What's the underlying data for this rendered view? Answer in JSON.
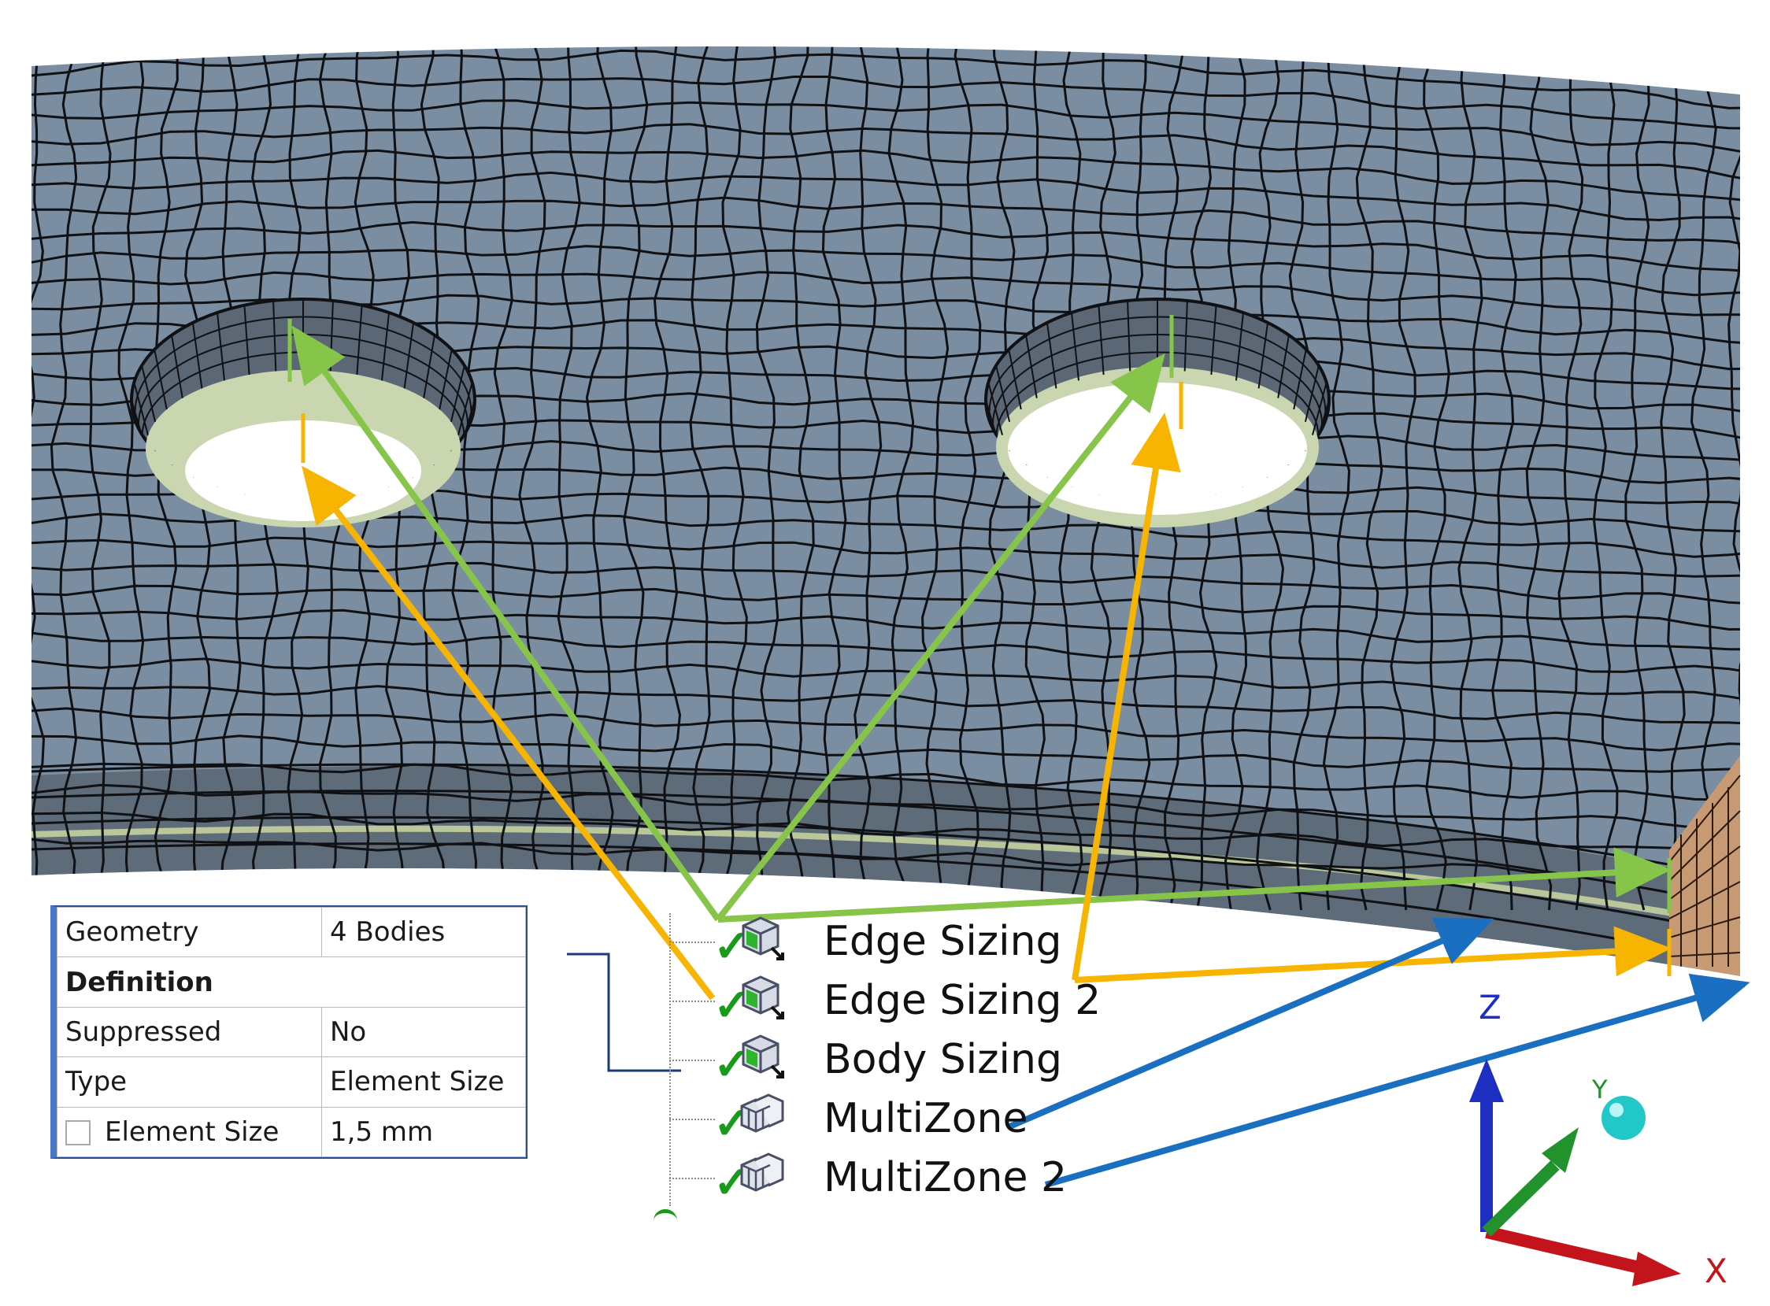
{
  "details": {
    "rows": [
      {
        "property": "Geometry",
        "value": "4 Bodies"
      },
      {
        "section": "Definition"
      },
      {
        "property": "Suppressed",
        "value": "No"
      },
      {
        "property": "Type",
        "value": "Element Size"
      },
      {
        "property": "Element Size",
        "value": "1,5 mm"
      }
    ]
  },
  "tree": {
    "items": [
      {
        "label": "Edge Sizing",
        "icon": "edge-sizing-icon"
      },
      {
        "label": "Edge Sizing 2",
        "icon": "edge-sizing-icon"
      },
      {
        "label": "Body Sizing",
        "icon": "body-sizing-icon"
      },
      {
        "label": "MultiZone",
        "icon": "multizone-icon"
      },
      {
        "label": "MultiZone 2",
        "icon": "multizone-icon"
      }
    ]
  },
  "triad": {
    "z": "Z",
    "y": "Y",
    "x": "X"
  },
  "colors": {
    "mesh_face": "#7b8da1",
    "mesh_line": "#0f1114",
    "green_arrow": "#86c54a",
    "orange_arrow": "#f7b400",
    "blue_arrow": "#1b6fc0",
    "hole_inner": "#c9d6b0",
    "side_band": "#5e6b79",
    "copper_body": "#c89a73"
  }
}
